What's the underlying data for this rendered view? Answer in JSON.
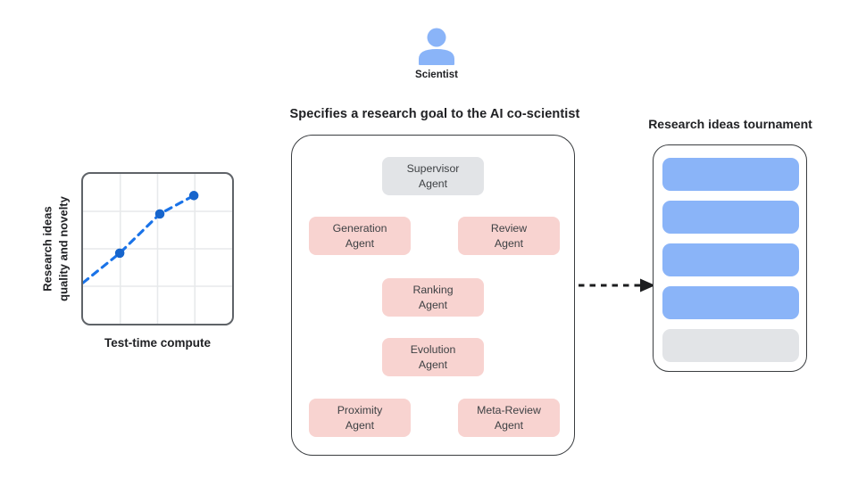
{
  "colors": {
    "accent_blue": "#8ab4f8",
    "chart_line_blue": "#1a73e8",
    "chart_marker_blue": "#1765cc",
    "agent_pink": "#f8d3d0",
    "agent_gray": "#e2e4e7",
    "panel_border": "#3a3d40",
    "text_dark": "#202124"
  },
  "scientist": {
    "label": "Scientist",
    "icon": "person-icon"
  },
  "flow": {
    "goal_caption": "Specifies a research goal to the AI co-scientist",
    "arrow_description": "dashed arrow from co-scientist system to tournament"
  },
  "coscientist_panel": {
    "agents": [
      {
        "id": "supervisor",
        "label": "Supervisor\nAgent",
        "color": "#e2e4e7"
      },
      {
        "id": "generation",
        "label": "Generation\nAgent",
        "color": "#f8d3d0"
      },
      {
        "id": "review",
        "label": "Review\nAgent",
        "color": "#f8d3d0"
      },
      {
        "id": "ranking",
        "label": "Ranking\nAgent",
        "color": "#f8d3d0"
      },
      {
        "id": "evolution",
        "label": "Evolution\nAgent",
        "color": "#f8d3d0"
      },
      {
        "id": "proximity",
        "label": "Proximity\nAgent",
        "color": "#f8d3d0"
      },
      {
        "id": "meta_review",
        "label": "Meta-Review\nAgent",
        "color": "#f8d3d0"
      }
    ]
  },
  "tournament": {
    "title": "Research ideas tournament",
    "bars": [
      {
        "color": "#8ab4f8"
      },
      {
        "color": "#8ab4f8"
      },
      {
        "color": "#8ab4f8"
      },
      {
        "color": "#8ab4f8"
      },
      {
        "color": "#e2e4e7"
      }
    ]
  },
  "chart_data": {
    "type": "line",
    "title": "",
    "xlabel": "Test-time compute",
    "ylabel": "Research ideas\nquality and novelty",
    "line_style": "dashed",
    "line_color": "#1a73e8",
    "marker_color": "#1765cc",
    "grid": true,
    "axis_tick_labels": "none (illustrative trend)",
    "points_rel": [
      [
        0.0,
        0.273
      ],
      [
        0.246,
        0.471
      ],
      [
        0.515,
        0.733
      ],
      [
        0.743,
        0.855
      ]
    ],
    "markers_at": [
      1,
      2,
      3
    ],
    "xlim_rel": [
      0,
      1
    ],
    "ylim_rel": [
      0,
      1
    ]
  }
}
